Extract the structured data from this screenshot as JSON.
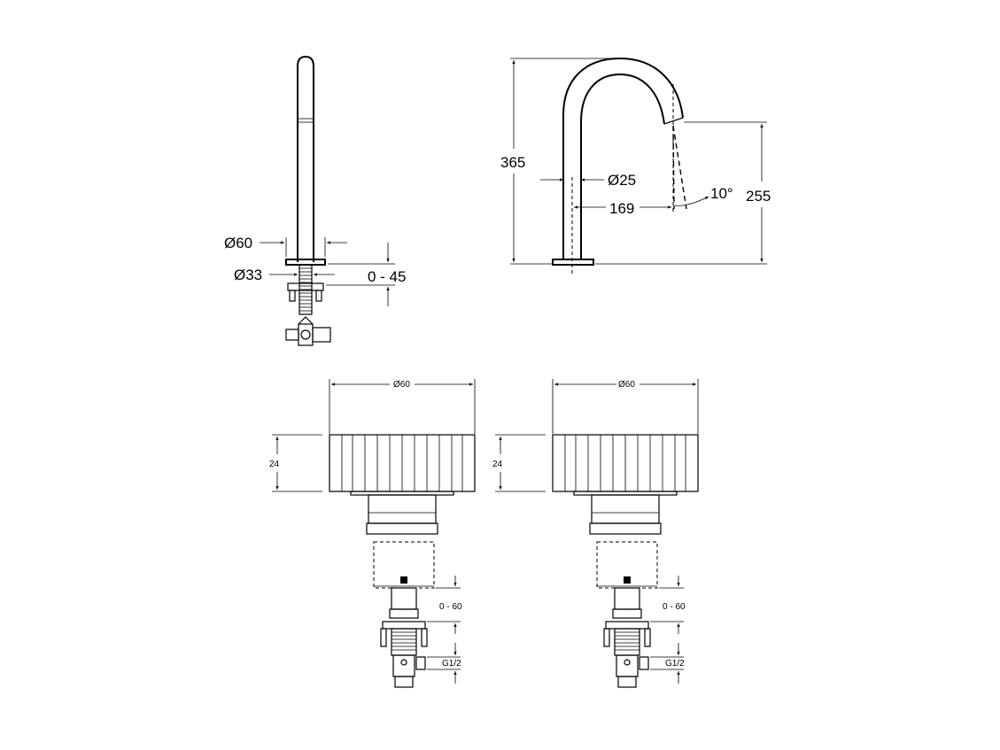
{
  "side_view": {
    "dim_spout_diameter": "Ø60",
    "dim_base_diameter": "Ø33",
    "dim_deck_thickness": "0 - 45"
  },
  "front_view": {
    "dim_height_total": "365",
    "dim_pipe_diameter": "Ø25",
    "dim_reach": "169",
    "dim_angle": "10°",
    "dim_outlet_height": "255"
  },
  "handle_left": {
    "dim_diameter": "Ø60",
    "dim_height": "24",
    "dim_deck_range": "0 - 60",
    "dim_connection": "G1/2"
  },
  "handle_right": {
    "dim_diameter": "Ø60",
    "dim_height": "24",
    "dim_deck_range": "0 - 60",
    "dim_connection": "G1/2"
  }
}
